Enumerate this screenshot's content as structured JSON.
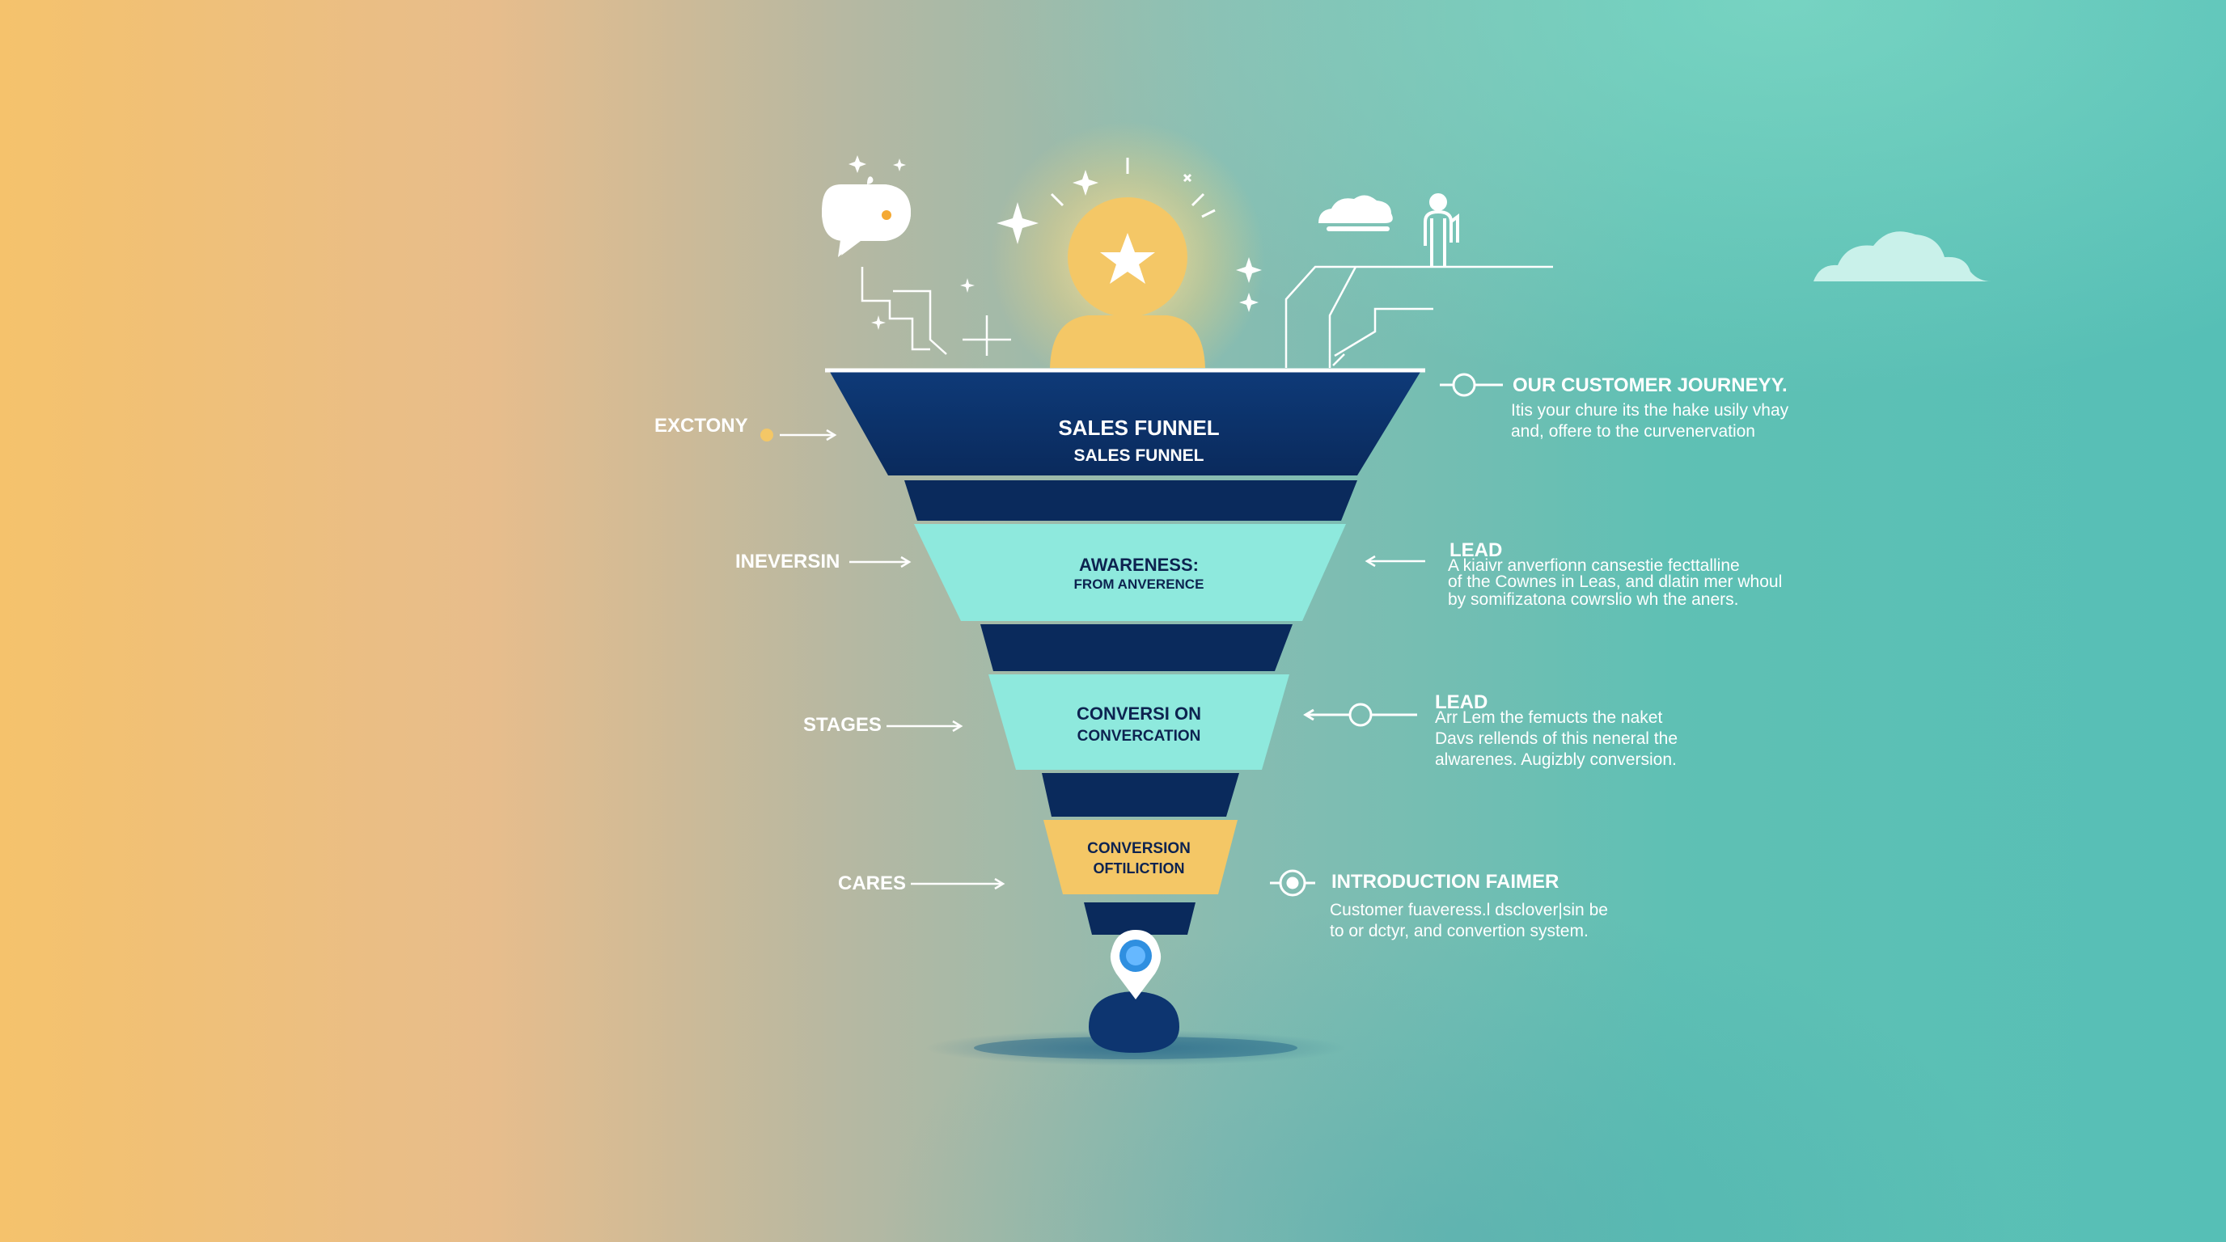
{
  "funnel": {
    "top": {
      "title": "SALES FUNNEL",
      "subtitle": "SALES FUNNEL"
    },
    "stage_awareness": {
      "title": "AWARENESS:",
      "subtitle": "FROM ANVERENCE"
    },
    "stage_conversion": {
      "title": "CONVERSI ON",
      "subtitle": "CONVERCATION"
    },
    "stage_bottom": {
      "title": "CONVERSION",
      "subtitle": "OFTILICTION"
    }
  },
  "left_labels": {
    "excTony": "EXCTONY",
    "inversin": "INEVERSIN",
    "stages": "STAGES",
    "cares": "CARES"
  },
  "notes": {
    "journey": {
      "heading": "OUR CUSTOMER JOURNEYY.",
      "lines": [
        "Itis your chure its the hake usily vhay",
        "and, offere to the curvenervation"
      ]
    },
    "lead1": {
      "heading": "LEAD",
      "lines": [
        "A kiaivr anverfionn cansestie fecttalline",
        "of the Cownes in Leas, and dlatin mer whoul",
        "by somifizatona cowrslio wh the aners."
      ]
    },
    "lead2": {
      "heading": "LEAD",
      "lines": [
        "Arr Lem the femucts the naket",
        "Davs rellends of this neneral the",
        "alwarenes. Augizbly conversion."
      ]
    },
    "intro": {
      "heading": "INTRODUCTION FAIMER",
      "lines": [
        "Customer fuaveress.l dsclover|sin be",
        "to or dctyr, and convertion system."
      ]
    }
  },
  "colors": {
    "navy": "#0d3570",
    "navy_dark": "#0a2a5c",
    "mint": "#8ee9dd",
    "gold": "#f4c766",
    "white": "#ffffff",
    "pin": "#2f8fe0"
  },
  "icons": [
    "person-star-icon",
    "speech-bubble-icon",
    "cloud-icon",
    "person-icon",
    "sparkle-icon",
    "map-pin-icon",
    "target-icon"
  ]
}
